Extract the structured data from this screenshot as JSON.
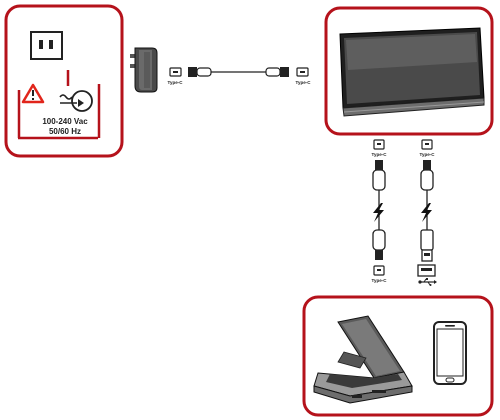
{
  "power_panel": {
    "voltage": "100-240 Vac",
    "frequency": "50/60 Hz"
  },
  "connectors": {
    "adapter_port": "Type-C",
    "monitor_port": "Type-C",
    "monitor_port_1": "Type-C",
    "monitor_port_2": "Type-C",
    "device_port_1": "Type-C"
  },
  "colors": {
    "accent_border": "#b5121b",
    "warning_red": "#e1251b",
    "cable_dark": "#222222"
  }
}
